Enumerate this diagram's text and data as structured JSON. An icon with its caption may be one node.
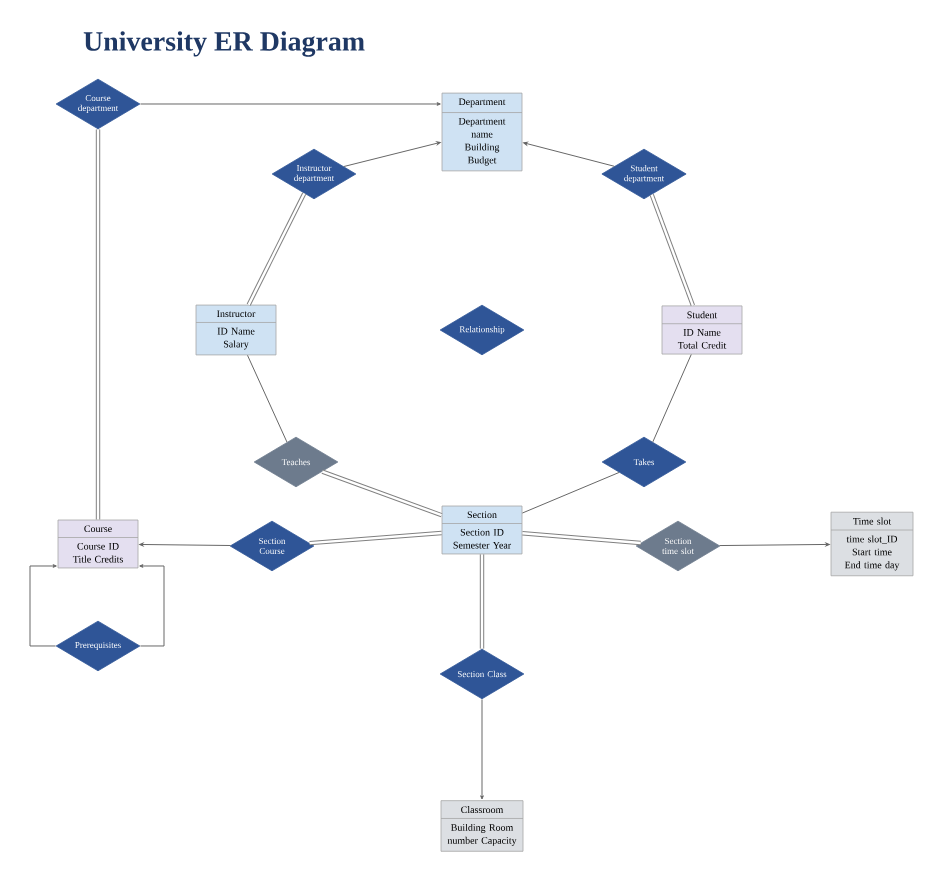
{
  "diagram": {
    "title": "University ER Diagram",
    "nodes": [
      {
        "text": [
          "Course department"
        ]
      },
      {
        "text": [
          "Department",
          "Department name Building Budget"
        ]
      },
      {
        "text": [
          "Instructor department"
        ]
      },
      {
        "text": [
          "Student department"
        ]
      },
      {
        "text": [
          "Instructor",
          "ID Name Salary"
        ]
      },
      {
        "text": [
          "Relationship"
        ]
      },
      {
        "text": [
          "Student",
          "ID Name Total Credit"
        ]
      },
      {
        "text": [
          "Teaches"
        ]
      },
      {
        "text": [
          "Takes"
        ]
      },
      {
        "text": [
          "Course",
          "Course ID Title Credits"
        ]
      },
      {
        "text": [
          "Section Course"
        ]
      },
      {
        "text": [
          "Section",
          "Section ID Semester Year"
        ]
      },
      {
        "text": [
          "Section time slot"
        ]
      },
      {
        "text": [
          "Time slot",
          "time slot_ID Start time End time day"
        ]
      },
      {
        "text": [
          "Prerequisites"
        ]
      },
      {
        "text": [
          "Section Class"
        ]
      },
      {
        "text": [
          "Classroom",
          "Building Room number Capacity"
        ]
      }
    ],
    "edges": [
      {
        "from": 0,
        "to": 1,
        "arrow": "to"
      },
      {
        "from": 0,
        "to": 9,
        "arrow": "none",
        "style": "thick"
      },
      {
        "from": 2,
        "to": 1,
        "arrow": "to"
      },
      {
        "from": 2,
        "to": 4,
        "arrow": "none",
        "style": "thick"
      },
      {
        "from": 3,
        "to": 1,
        "arrow": "to"
      },
      {
        "from": 3,
        "to": 6,
        "arrow": "none",
        "style": "thick"
      },
      {
        "from": 4,
        "to": 7,
        "arrow": "none"
      },
      {
        "from": 7,
        "to": 11,
        "arrow": "none",
        "style": "thick"
      },
      {
        "from": 8,
        "to": 6,
        "arrow": "none"
      },
      {
        "from": 8,
        "to": 11,
        "arrow": "none"
      },
      {
        "from": 10,
        "to": 9,
        "arrow": "to"
      },
      {
        "from": 10,
        "to": 11,
        "arrow": "none",
        "style": "thick"
      },
      {
        "from": 11,
        "to": 12,
        "arrow": "none",
        "style": "thick"
      },
      {
        "from": 12,
        "to": 13,
        "arrow": "to"
      },
      {
        "from": 14,
        "to": 9,
        "arrow": "to"
      },
      {
        "from": 14,
        "to": 9,
        "arrow": "to"
      },
      {
        "from": 11,
        "to": 15,
        "arrow": "none",
        "style": "thick"
      },
      {
        "from": 15,
        "to": 16,
        "arrow": "to"
      }
    ]
  }
}
